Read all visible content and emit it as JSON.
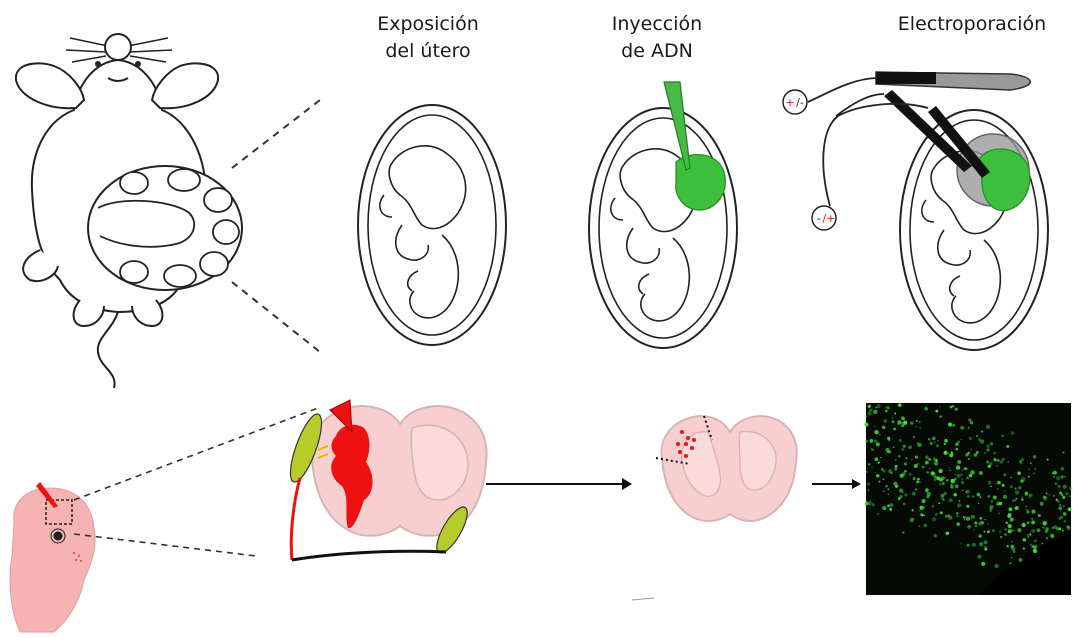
{
  "steps": [
    {
      "line1": "Exposición",
      "line2": "del útero"
    },
    {
      "line1": "Inyección",
      "line2": "de ADN"
    },
    {
      "line1": "Electroporación",
      "line2": ""
    }
  ],
  "electrodes": {
    "top_sign_a": "+",
    "top_sign_b": "/-",
    "bottom_sign_a": "-",
    "bottom_sign_b": "/+"
  },
  "colors": {
    "outline": "#222222",
    "dna_green": "#3cbf3c",
    "brain_pink": "#f8cfcf",
    "injection_red": "#ee1111",
    "electrode_yellow": "#b6cc2a",
    "micrograph_bg": "#050a05",
    "fluorescence": "#3ee23e",
    "embryo_pink": "#f6b3b3"
  }
}
